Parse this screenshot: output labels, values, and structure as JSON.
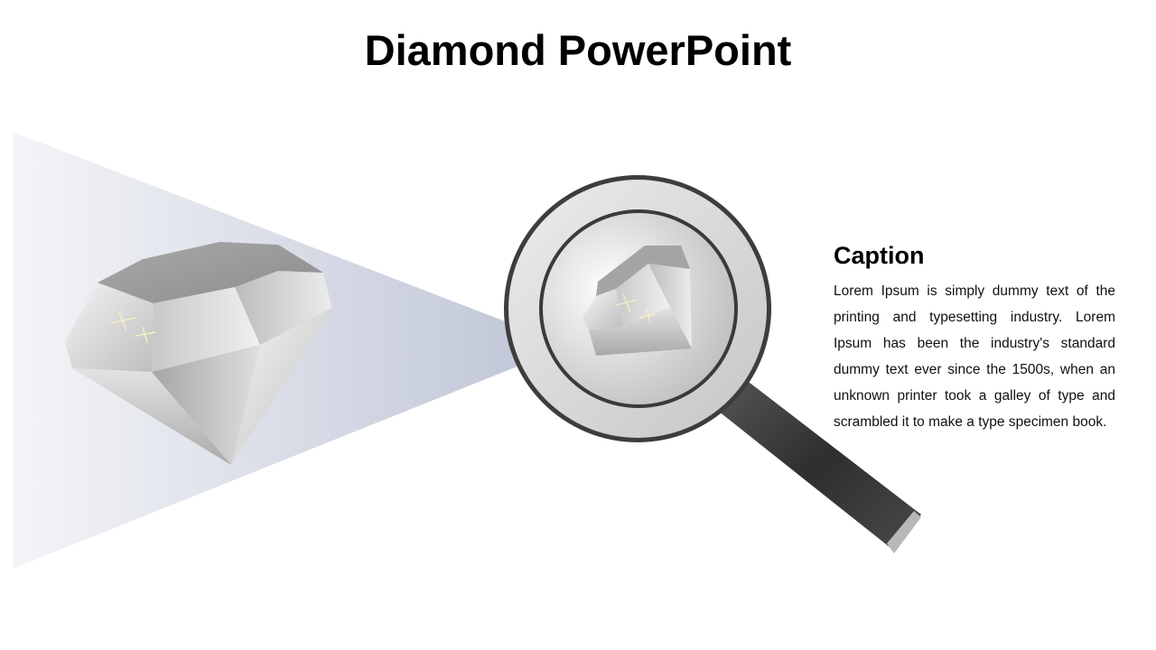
{
  "slide": {
    "title": "Diamond PowerPoint",
    "caption": {
      "heading": "Caption",
      "body": "Lorem Ipsum is simply dummy text of the printing and typesetting industry. Lorem Ipsum has been the industry's standard dummy text ever since the 1500s, when an unknown printer took a galley of type and scrambled it to make a type specimen book."
    }
  },
  "colors": {
    "background": "#ffffff",
    "title": "#000000",
    "beam_start": "#f2f3f6",
    "beam_end": "#c4cad9",
    "diamond": "#c9c9c9",
    "handle": "#3a3a3a",
    "lens_ring": "#d9d9d9"
  },
  "icons": {
    "diamond": "diamond-icon",
    "magnifier": "magnifying-glass-icon",
    "sparkle": "sparkle-icon"
  }
}
